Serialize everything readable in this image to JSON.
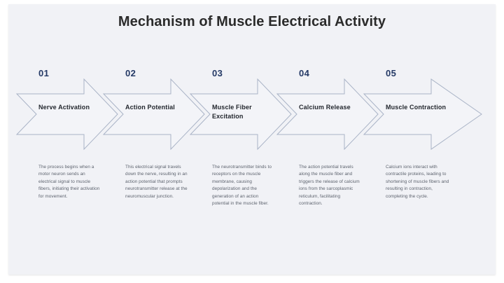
{
  "slide": {
    "title": "Mechanism of Muscle Electrical Activity",
    "background_color": "#f1f2f6",
    "accent_color": "#253a66",
    "arrow_stroke_color": "#a9b3c6",
    "arrow_fill_color": "#f3f4f8"
  },
  "steps": [
    {
      "number": "01",
      "title": "Nerve Activation",
      "description": "The process begins when a motor neuron sends an electrical signal to muscle fibers, initiating their activation for movement."
    },
    {
      "number": "02",
      "title": "Action Potential",
      "description": "This electrical signal travels down the nerve, resulting in an action potential that prompts neurotransmitter release at the neuromuscular junction."
    },
    {
      "number": "03",
      "title": "Muscle Fiber Excitation",
      "description": "The neurotransmitter binds to receptors on the muscle membrane, causing depolarization and the generation of an action potential in the muscle fiber."
    },
    {
      "number": "04",
      "title": "Calcium Release",
      "description": "The action potential travels along the muscle fiber and triggers the release of calcium ions from the sarcoplasmic reticulum, facilitating contraction."
    },
    {
      "number": "05",
      "title": "Muscle Contraction",
      "description": "Calcium ions interact with contractile proteins, leading to shortening of muscle fibers and resulting in contraction, completing the cycle."
    }
  ]
}
